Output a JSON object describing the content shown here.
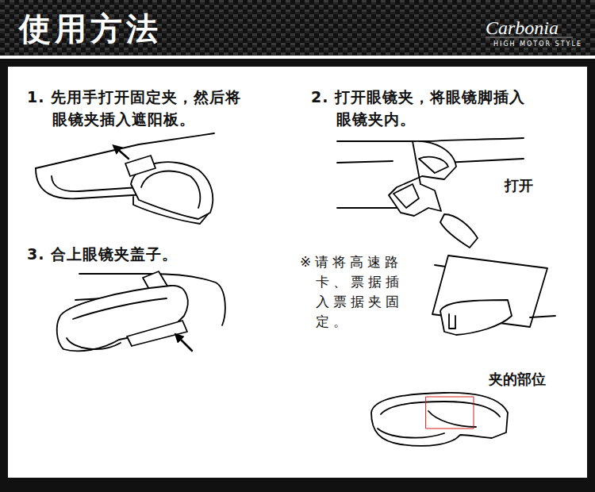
{
  "diagram": {
    "title": "使用方法",
    "labels": [
      "Carbonia",
      "HIGH MOTOR STYLE",
      "1. 先用手打开固定夹，然后将 眼镜夹插入遮阳板。",
      "2. 打开眼镜夹，将眼镜脚插入 眼镜夹内。",
      "打开",
      "3. 合上眼镜夹盖子。",
      "※请将高速路 卡、票据插 入票据夹固 定。",
      "夹的部位"
    ]
  }
}
